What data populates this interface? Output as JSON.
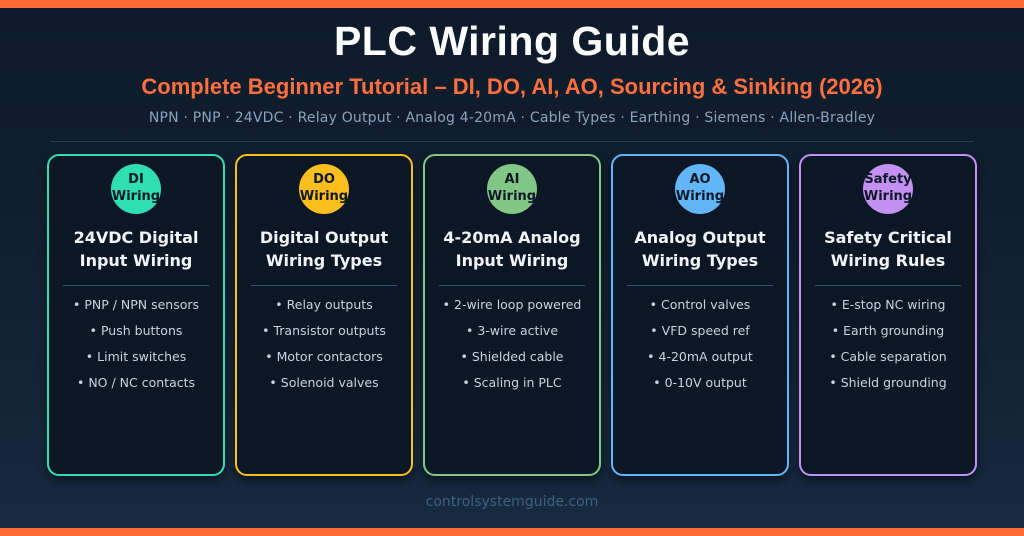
{
  "header": {
    "title": "PLC Wiring Guide",
    "subtitle": "Complete Beginner Tutorial – DI, DO, AI, AO, Sourcing & Sinking (2026)",
    "tagline": "NPN · PNP · 24VDC · Relay Output · Analog 4-20mA · Cable Types · Earthing · Siemens · Allen-Bradley"
  },
  "colors": {
    "accent_orange": "#ff6b35",
    "page_bg_top": "#0e1a29",
    "page_bg_bottom": "#172a40",
    "card_bg": "#0c1726",
    "heading_text": "#f2f6fa",
    "bullet_text": "#c9d3dd",
    "tagline_text": "#8ba3bd",
    "footer_text": "#40607f",
    "badge_text": "#0d1827"
  },
  "cards": [
    {
      "badge_code": "DI",
      "badge_word": "Wiring",
      "accent": "#2fdfb2",
      "title": "24VDC Digital Input Wiring",
      "items": [
        "PNP / NPN sensors",
        "Push buttons",
        "Limit switches",
        "NO / NC contacts"
      ]
    },
    {
      "badge_code": "DO",
      "badge_word": "Wiring",
      "accent": "#fcbf1e",
      "title": "Digital Output Wiring Types",
      "items": [
        "Relay outputs",
        "Transistor outputs",
        "Motor contactors",
        "Solenoid valves"
      ]
    },
    {
      "badge_code": "AI",
      "badge_word": "Wiring",
      "accent": "#82c785",
      "title": "4-20mA Analog Input Wiring",
      "items": [
        "2-wire loop powered",
        "3-wire active",
        "Shielded cable",
        "Scaling in PLC"
      ]
    },
    {
      "badge_code": "AO",
      "badge_word": "Wiring",
      "accent": "#62b6f7",
      "title": "Analog Output Wiring Types",
      "items": [
        "Control valves",
        "VFD speed ref",
        "4-20mA output",
        "0-10V output"
      ]
    },
    {
      "badge_code": "Safety",
      "badge_word": "Wiring",
      "accent": "#c490f2",
      "title": "Safety Critical Wiring Rules",
      "items": [
        "E-stop NC wiring",
        "Earth grounding",
        "Cable separation",
        "Shield grounding"
      ]
    }
  ],
  "footer": {
    "url": "controlsystemguide.com"
  }
}
